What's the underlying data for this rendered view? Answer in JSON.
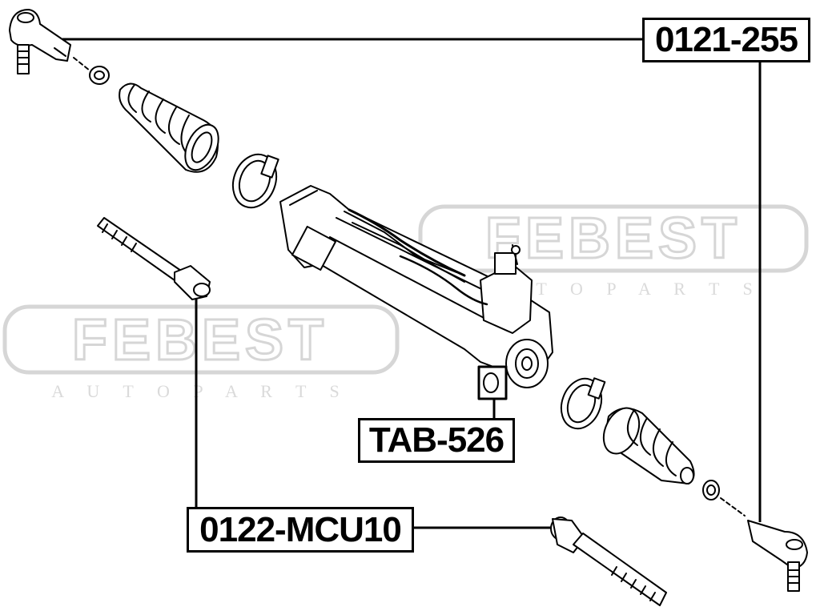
{
  "diagram": {
    "watermark": {
      "brand": "FEBEST",
      "tagline": "A U T O   P A R T S"
    },
    "callouts": {
      "outer_tie_rod_end": "0121-255",
      "rack_bushing": "TAB-526",
      "inner_tie_rod": "0122-MCU10"
    },
    "colors": {
      "line": "#000000",
      "watermark": "#c8c8c8",
      "background": "#ffffff"
    }
  }
}
